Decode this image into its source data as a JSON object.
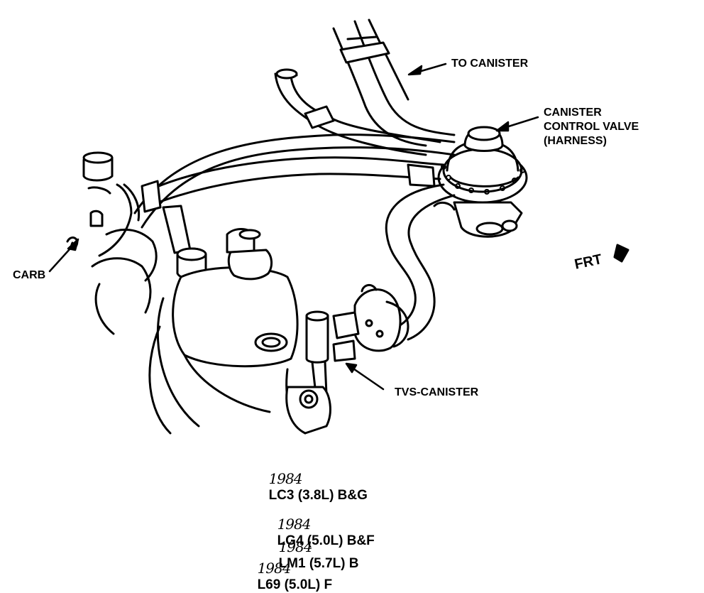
{
  "labels": {
    "to_canister": "TO CANISTER",
    "canister_control_valve": [
      "CANISTER",
      "CONTROL VALVE",
      "(HARNESS)"
    ],
    "carb": "CARB",
    "tvs_canister": "TVS-CANISTER",
    "frt": "FRT"
  },
  "applications": [
    {
      "year": "1984",
      "engine": "LC3 (3.8L) B&G"
    },
    {
      "year": "1984",
      "engine": "LG4 (5.0L) B&F"
    },
    {
      "year": "1984",
      "engine": "LM1 (5.7L) B"
    },
    {
      "year": "1984",
      "engine": "L69 (5.0L) F"
    }
  ],
  "colors": {
    "ink": "#000000",
    "paper": "#ffffff"
  }
}
